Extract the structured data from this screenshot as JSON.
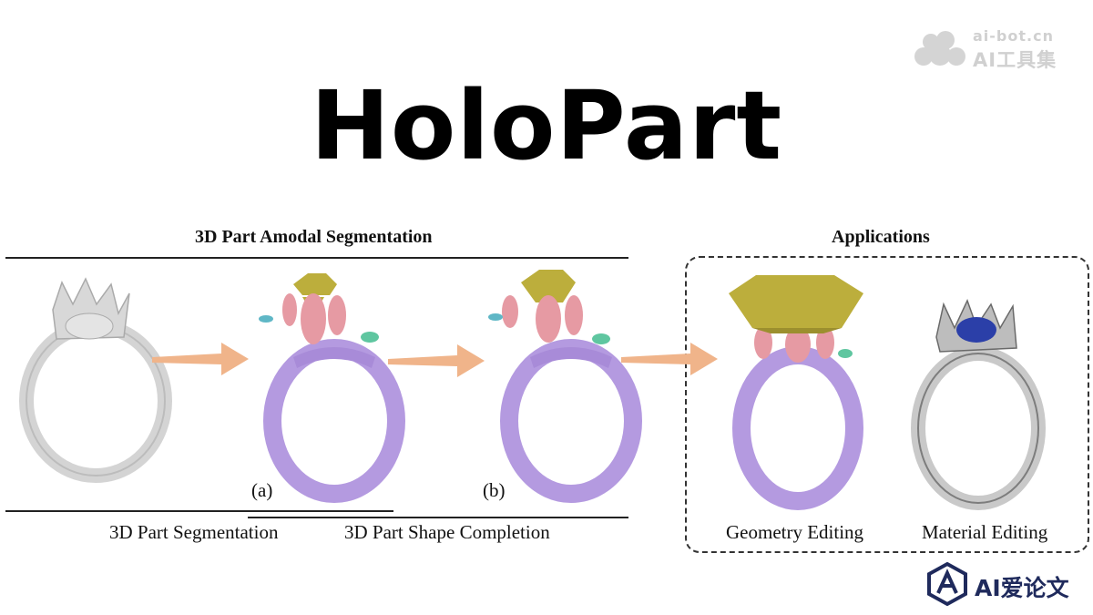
{
  "title": "HoloPart",
  "watermark_top": {
    "line1": "ai-bot.cn",
    "line2": "AI工具集"
  },
  "watermark_bottom": {
    "text": "AI爱论文"
  },
  "figure": {
    "section_left": "3D Part Amodal Segmentation",
    "section_right": "Applications",
    "label_a": "(a)",
    "label_b": "(b)",
    "caption_segmentation": "3D Part Segmentation",
    "caption_completion": "3D Part Shape Completion",
    "caption_geometry": "Geometry Editing",
    "caption_material": "Material Editing"
  },
  "colors": {
    "ring_gray": "#d4d4d4",
    "ring_purple": "#b49ae0",
    "leaf_pink": "#e69aa3",
    "gem_olive": "#bcae3c",
    "bead_teal": "#5fc6a0",
    "arrow_orange": "#f0b48a",
    "sapphire": "#2b3fa8"
  }
}
